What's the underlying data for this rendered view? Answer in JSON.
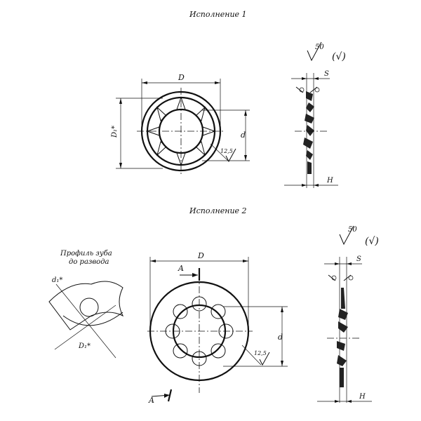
{
  "variant1": {
    "title": "Исполнение 1",
    "dim_D": "D",
    "dim_D1": "D₁*",
    "dim_d": "d",
    "dim_S": "S",
    "dim_H": "H",
    "roughness_main": "50",
    "roughness_bracket": "(√)",
    "roughness_local": "12,5"
  },
  "variant2": {
    "title": "Исполнение 2",
    "profile_label_line1": "Профиль зуба",
    "profile_label_line2": "до развода",
    "dim_d1": "d₁*",
    "dim_D1": "D₁*",
    "dim_D": "D",
    "dim_d": "d",
    "dim_S": "S",
    "dim_H": "H",
    "section_A_top": "A",
    "section_A_bottom": "A",
    "roughness_main": "50",
    "roughness_bracket": "(√)",
    "roughness_local": "12,5"
  }
}
